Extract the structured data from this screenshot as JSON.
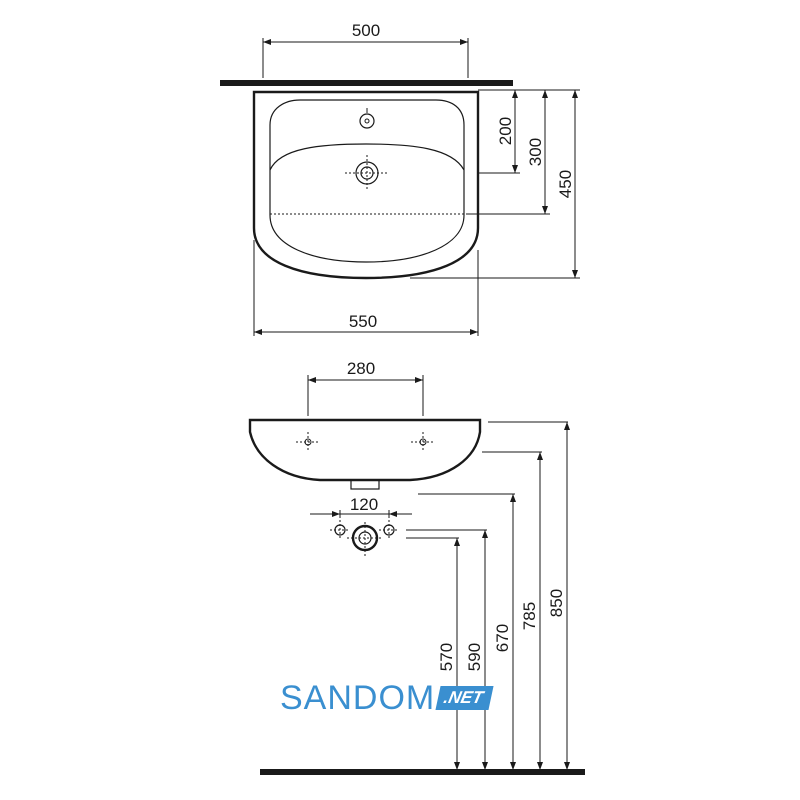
{
  "top_view": {
    "dims": {
      "overall_width": "500",
      "basin_width": "550",
      "depth_200": "200",
      "depth_300": "300",
      "depth_450": "450"
    }
  },
  "front_view": {
    "dims": {
      "fixing_spacing": "280",
      "supply_spacing": "120",
      "h570": "570",
      "h590": "590",
      "h670": "670",
      "h785": "785",
      "h850": "850"
    }
  },
  "watermark": {
    "main": "SANDOM",
    "badge": ".NET",
    "color": "#3a8fd0"
  }
}
